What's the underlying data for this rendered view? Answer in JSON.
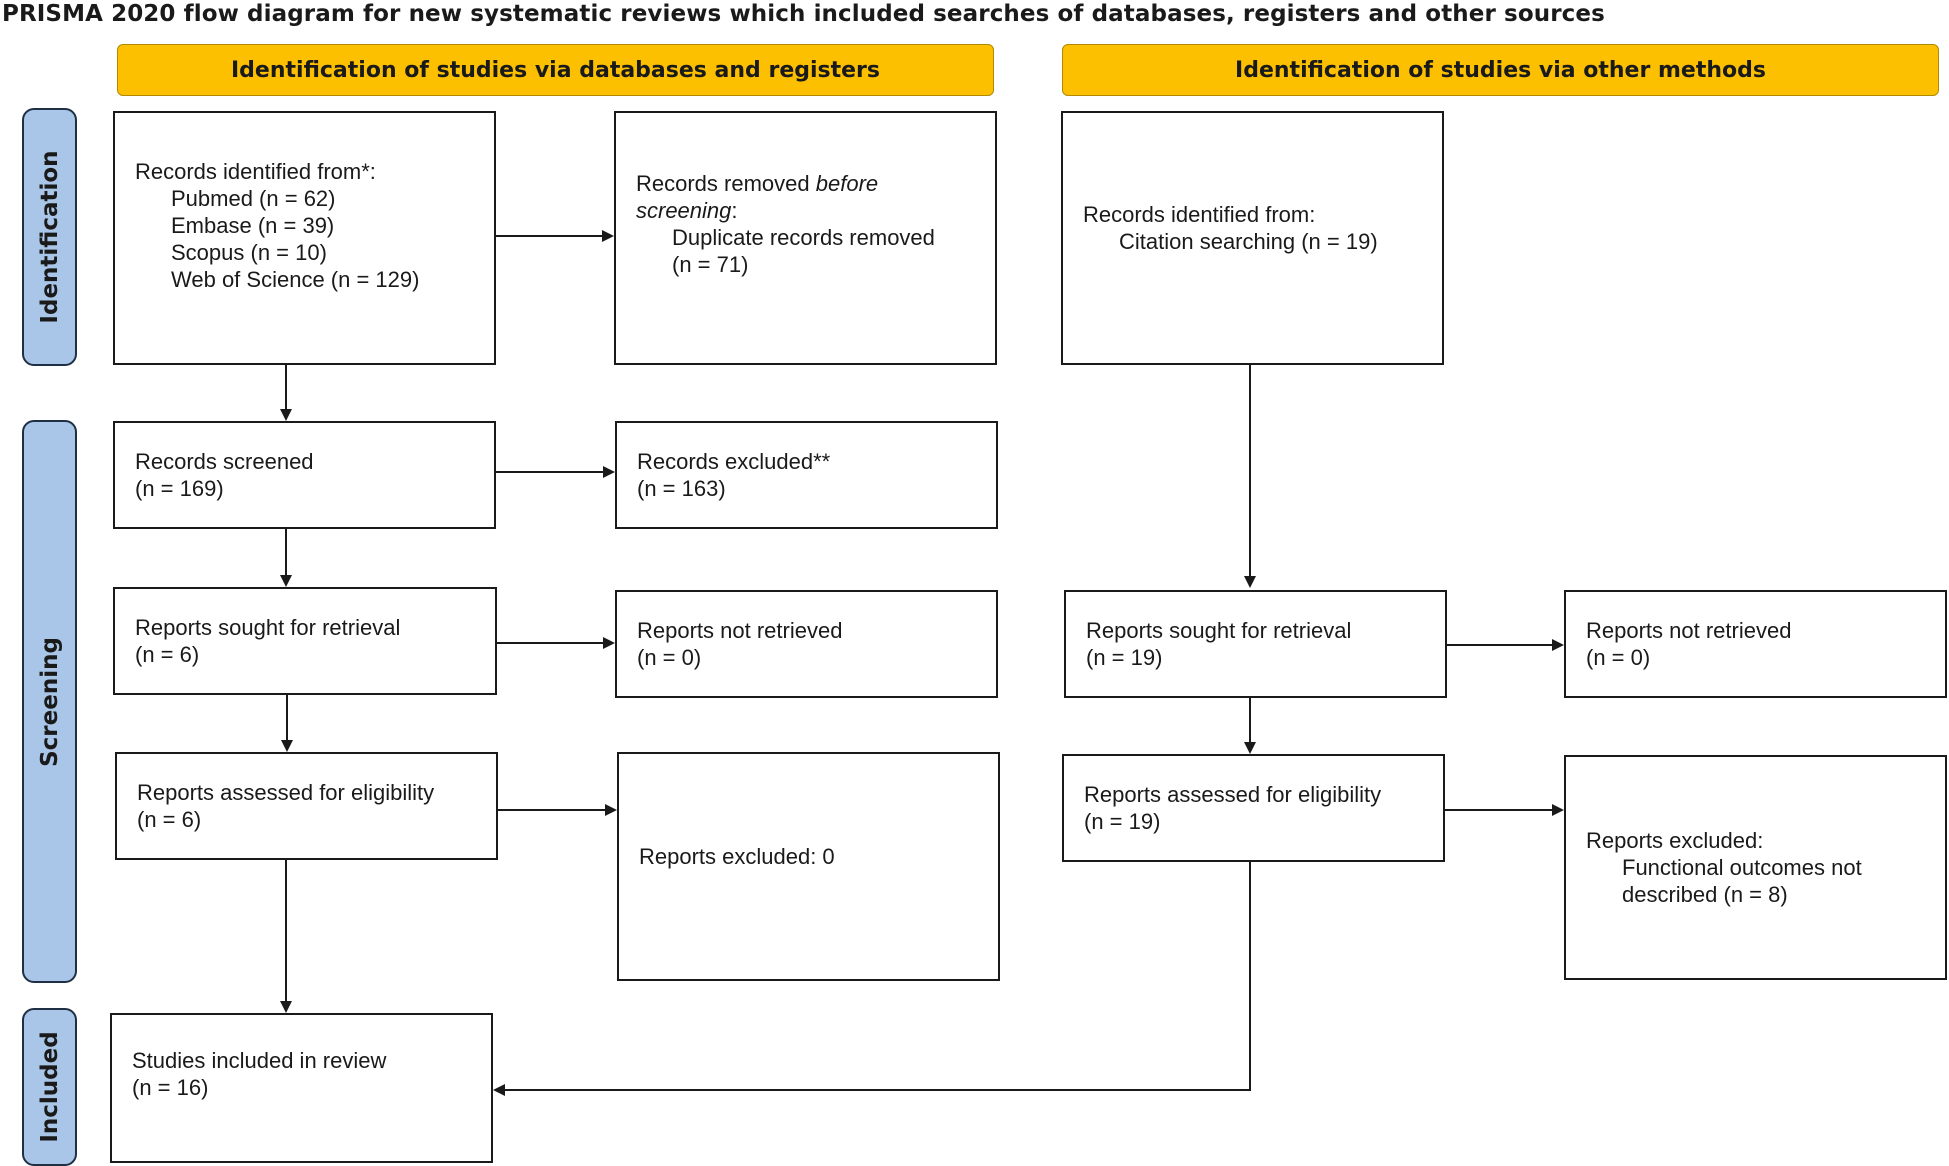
{
  "title": "PRISMA 2020 flow diagram for new systematic reviews which included searches of databases, registers and other sources",
  "headers": {
    "databases": "Identification of studies via databases and registers",
    "other": "Identification of studies via other methods"
  },
  "phases": {
    "identification": "Identification",
    "screening": "Screening",
    "included": "Included"
  },
  "db": {
    "identified": {
      "heading": "Records identified from*:",
      "sources": [
        "Pubmed (n = 62)",
        "Embase (n = 39)",
        "Scopus (n = 10)",
        "Web of Science (n = 129)"
      ]
    },
    "removed": {
      "line1_a": "Records removed ",
      "line1_b": "before",
      "line2_a": "screening",
      "line2_b": ":",
      "line3": "Duplicate records removed",
      "line4": "(n = 71)"
    },
    "screened": {
      "label": "Records screened",
      "count": "(n = 169)"
    },
    "excluded": {
      "label": "Records excluded**",
      "count": "(n = 163)"
    },
    "sought": {
      "label": "Reports sought for retrieval",
      "count": "(n = 6)"
    },
    "not_retrieved": {
      "label": "Reports not retrieved",
      "count": "(n = 0)"
    },
    "assessed": {
      "label": "Reports assessed for eligibility",
      "count": "(n = 6)"
    },
    "reports_excluded": {
      "label": "Reports excluded: 0"
    },
    "included": {
      "label": "Studies included in review",
      "count": "(n = 16)"
    }
  },
  "other": {
    "identified": {
      "heading": "Records identified from:",
      "line2": "Citation searching (n = 19)"
    },
    "sought": {
      "label": "Reports sought for retrieval",
      "count": "(n = 19)"
    },
    "not_retrieved": {
      "label": "Reports not retrieved",
      "count": "(n = 0)"
    },
    "assessed": {
      "label": "Reports assessed for eligibility",
      "count": "(n = 19)"
    },
    "excluded": {
      "heading": "Reports excluded:",
      "line2": "Functional outcomes not",
      "line3": "described (n = 8)"
    }
  }
}
